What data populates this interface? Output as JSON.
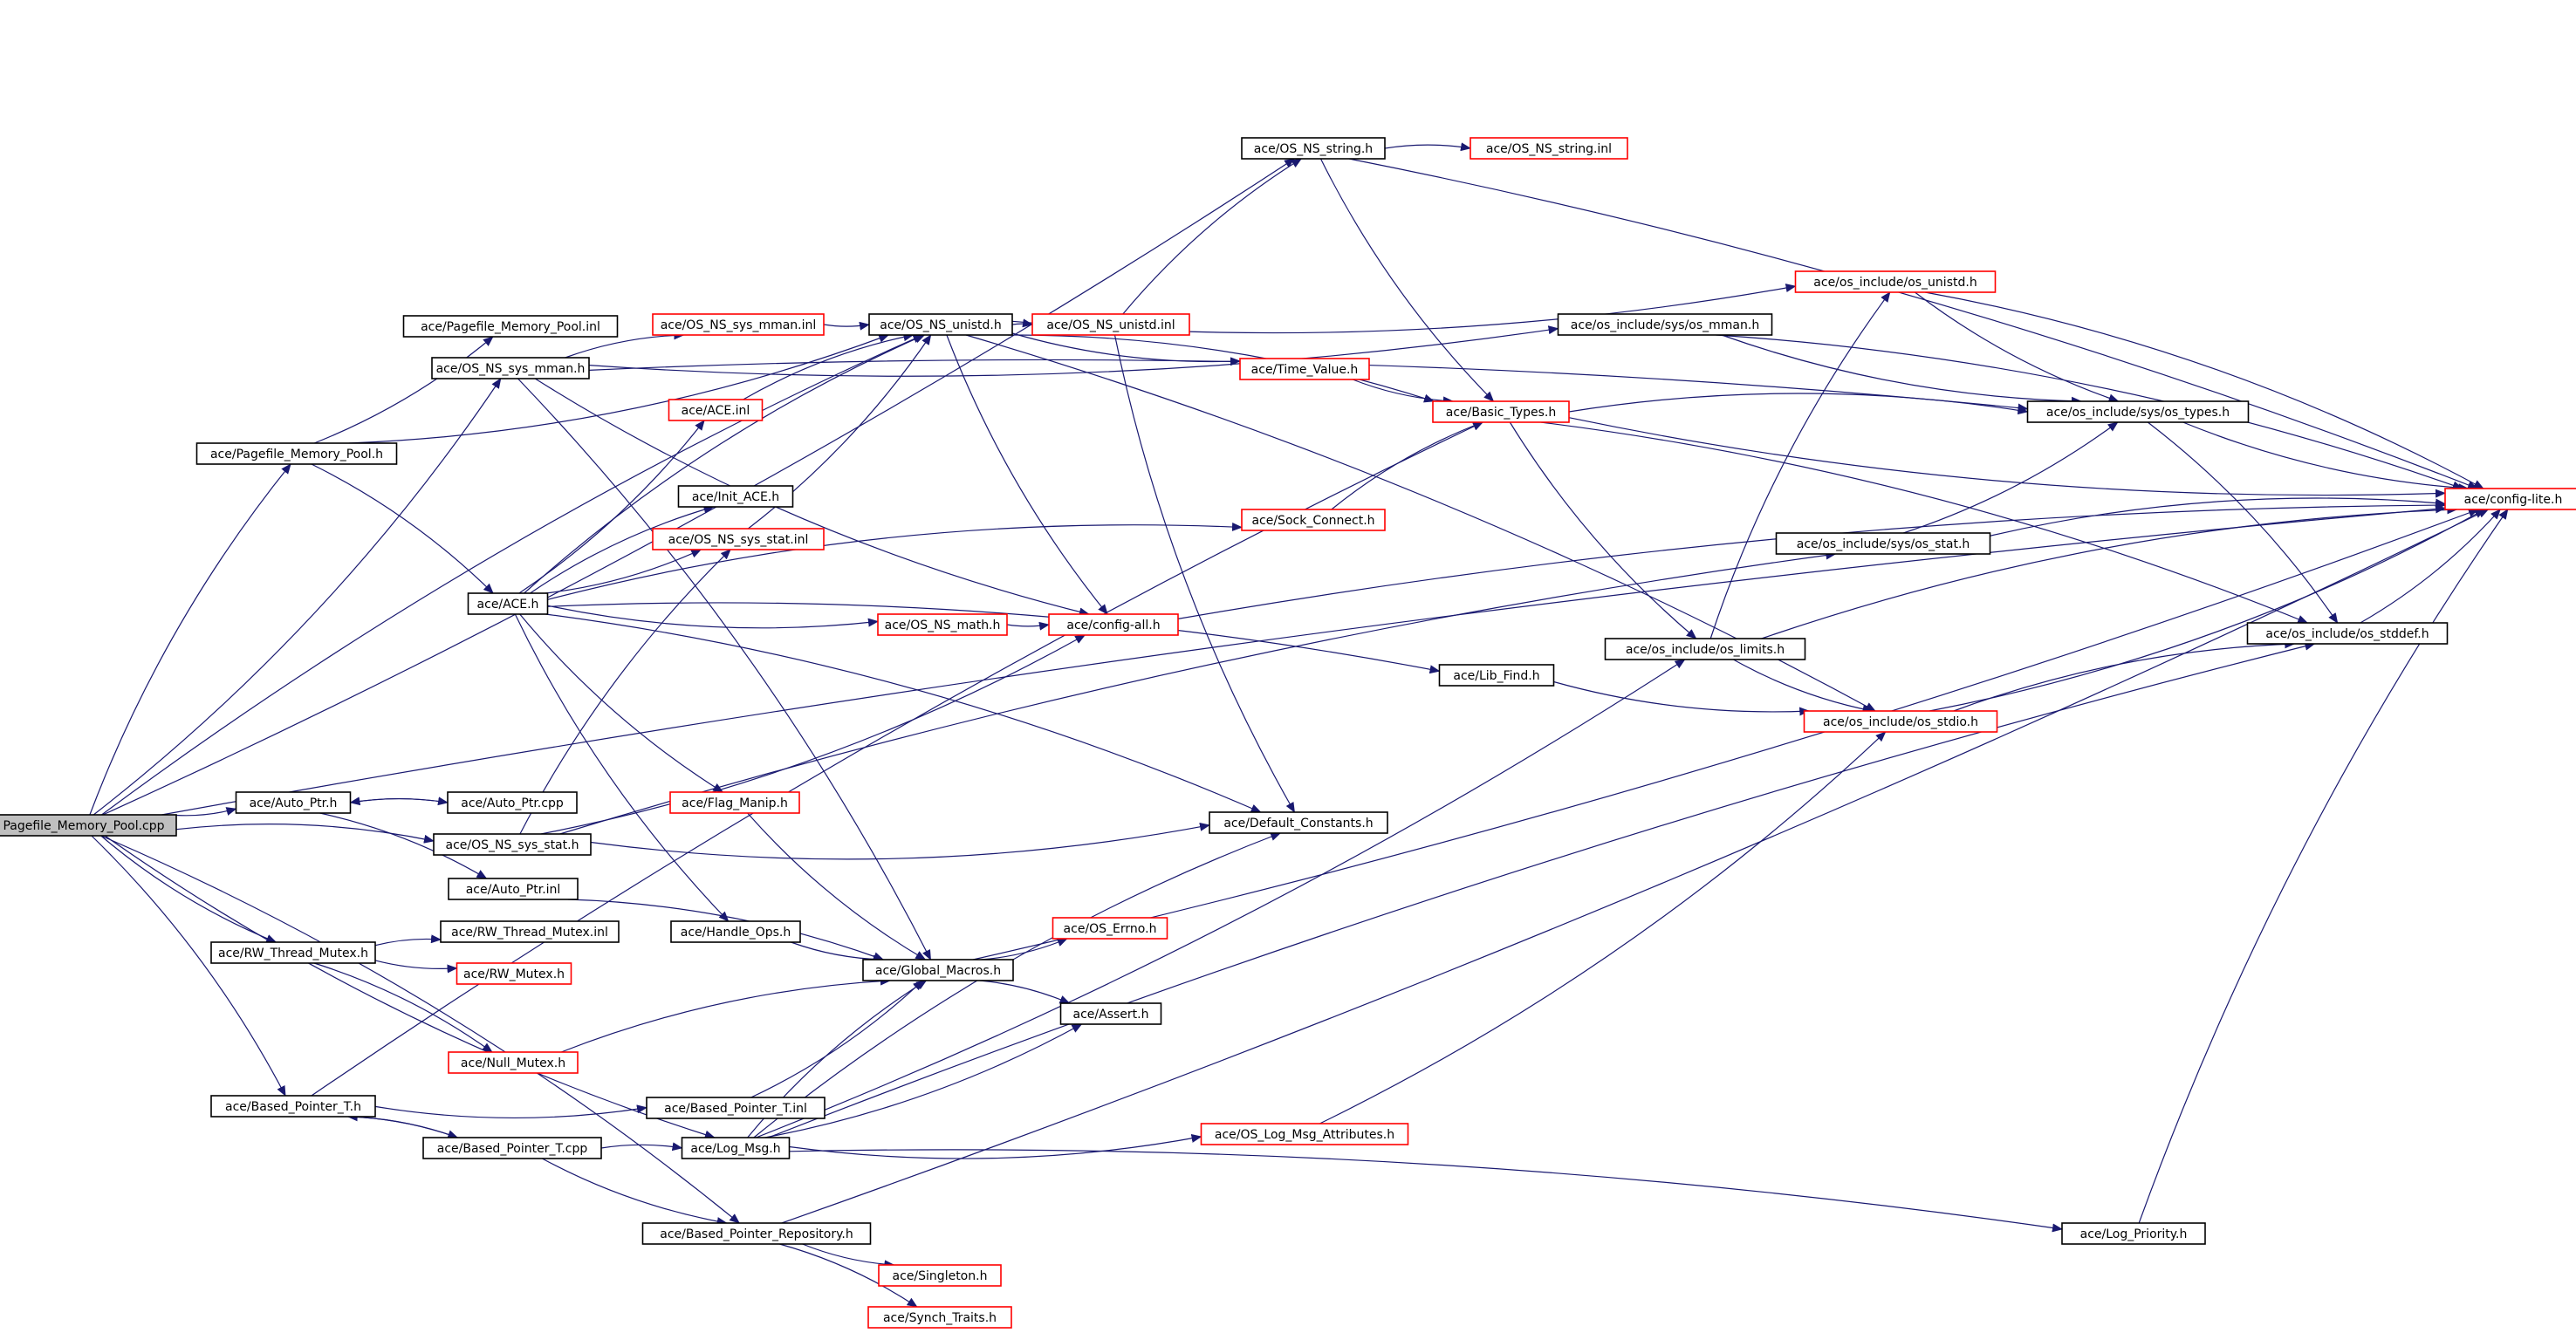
{
  "colors": {
    "edge": "#191970",
    "node_border_found": "#000000",
    "node_border_missing": "#ff0000",
    "root_fill": "#bfbfbf",
    "background": "#ffffff"
  },
  "graph": {
    "nodes": [
      {
        "id": "root",
        "label": "Pagefile_Memory_Pool.cpp",
        "style": "root"
      },
      {
        "id": "pmp_h",
        "label": "ace/Pagefile_Memory_Pool.h",
        "style": "black"
      },
      {
        "id": "pmp_inl",
        "label": "ace/Pagefile_Memory_Pool.inl",
        "style": "black"
      },
      {
        "id": "sys_mman_h",
        "label": "ace/OS_NS_sys_mman.h",
        "style": "black"
      },
      {
        "id": "sys_mman_inl",
        "label": "ace/OS_NS_sys_mman.inl",
        "style": "red"
      },
      {
        "id": "unistd_h",
        "label": "ace/OS_NS_unistd.h",
        "style": "black"
      },
      {
        "id": "unistd_inl",
        "label": "ace/OS_NS_unistd.inl",
        "style": "red"
      },
      {
        "id": "string_h",
        "label": "ace/OS_NS_string.h",
        "style": "black"
      },
      {
        "id": "string_inl",
        "label": "ace/OS_NS_string.inl",
        "style": "red"
      },
      {
        "id": "os_unistd",
        "label": "ace/os_include/os_unistd.h",
        "style": "red"
      },
      {
        "id": "sys_os_mman",
        "label": "ace/os_include/sys/os_mman.h",
        "style": "black"
      },
      {
        "id": "time_value",
        "label": "ace/Time_Value.h",
        "style": "red"
      },
      {
        "id": "basic_types",
        "label": "ace/Basic_Types.h",
        "style": "red"
      },
      {
        "id": "sys_types",
        "label": "ace/os_include/sys/os_types.h",
        "style": "black"
      },
      {
        "id": "config_lite",
        "label": "ace/config-lite.h",
        "style": "red"
      },
      {
        "id": "ace_inl",
        "label": "ace/ACE.inl",
        "style": "red"
      },
      {
        "id": "init_ace",
        "label": "ace/Init_ACE.h",
        "style": "black"
      },
      {
        "id": "sys_stat_inl",
        "label": "ace/OS_NS_sys_stat.inl",
        "style": "red"
      },
      {
        "id": "sock_connect",
        "label": "ace/Sock_Connect.h",
        "style": "red"
      },
      {
        "id": "ace_h",
        "label": "ace/ACE.h",
        "style": "black"
      },
      {
        "id": "math_h",
        "label": "ace/OS_NS_math.h",
        "style": "red"
      },
      {
        "id": "config_all",
        "label": "ace/config-all.h",
        "style": "red"
      },
      {
        "id": "sys_os_stat",
        "label": "ace/os_include/sys/os_stat.h",
        "style": "black"
      },
      {
        "id": "os_stddef",
        "label": "ace/os_include/os_stddef.h",
        "style": "black"
      },
      {
        "id": "os_limits",
        "label": "ace/os_include/os_limits.h",
        "style": "black"
      },
      {
        "id": "lib_find",
        "label": "ace/Lib_Find.h",
        "style": "black"
      },
      {
        "id": "os_stdio",
        "label": "ace/os_include/os_stdio.h",
        "style": "red"
      },
      {
        "id": "auto_ptr_h",
        "label": "ace/Auto_Ptr.h",
        "style": "black"
      },
      {
        "id": "auto_ptr_cpp",
        "label": "ace/Auto_Ptr.cpp",
        "style": "black"
      },
      {
        "id": "flag_manip",
        "label": "ace/Flag_Manip.h",
        "style": "red"
      },
      {
        "id": "sys_stat_h",
        "label": "ace/OS_NS_sys_stat.h",
        "style": "black"
      },
      {
        "id": "default_const",
        "label": "ace/Default_Constants.h",
        "style": "black"
      },
      {
        "id": "auto_ptr_inl",
        "label": "ace/Auto_Ptr.inl",
        "style": "black"
      },
      {
        "id": "handle_ops",
        "label": "ace/Handle_Ops.h",
        "style": "black"
      },
      {
        "id": "os_errno",
        "label": "ace/OS_Errno.h",
        "style": "red"
      },
      {
        "id": "rw_mutex_h",
        "label": "ace/RW_Thread_Mutex.h",
        "style": "black"
      },
      {
        "id": "rw_mutex_inl",
        "label": "ace/RW_Thread_Mutex.inl",
        "style": "black"
      },
      {
        "id": "global_macros",
        "label": "ace/Global_Macros.h",
        "style": "black"
      },
      {
        "id": "rw_mutex_red",
        "label": "ace/RW_Mutex.h",
        "style": "red"
      },
      {
        "id": "assert_h",
        "label": "ace/Assert.h",
        "style": "black"
      },
      {
        "id": "null_mutex",
        "label": "ace/Null_Mutex.h",
        "style": "red"
      },
      {
        "id": "bp_h",
        "label": "ace/Based_Pointer_T.h",
        "style": "black"
      },
      {
        "id": "bp_inl",
        "label": "ace/Based_Pointer_T.inl",
        "style": "black"
      },
      {
        "id": "log_attrs",
        "label": "ace/OS_Log_Msg_Attributes.h",
        "style": "red"
      },
      {
        "id": "bp_cpp",
        "label": "ace/Based_Pointer_T.cpp",
        "style": "black"
      },
      {
        "id": "log_msg",
        "label": "ace/Log_Msg.h",
        "style": "black"
      },
      {
        "id": "bp_repo",
        "label": "ace/Based_Pointer_Repository.h",
        "style": "black"
      },
      {
        "id": "log_priority",
        "label": "ace/Log_Priority.h",
        "style": "black"
      },
      {
        "id": "singleton",
        "label": "ace/Singleton.h",
        "style": "red"
      },
      {
        "id": "synch_traits",
        "label": "ace/Synch_Traits.h",
        "style": "red"
      }
    ],
    "edges": [
      [
        "root",
        "pmp_h"
      ],
      [
        "root",
        "sys_mman_h"
      ],
      [
        "root",
        "unistd_h"
      ],
      [
        "root",
        "string_h"
      ],
      [
        "root",
        "config_lite"
      ],
      [
        "root",
        "auto_ptr_h"
      ],
      [
        "root",
        "sys_stat_h"
      ],
      [
        "root",
        "rw_mutex_h"
      ],
      [
        "root",
        "bp_h"
      ],
      [
        "root",
        "log_msg"
      ],
      [
        "root",
        "bp_repo"
      ],
      [
        "pmp_h",
        "pmp_inl"
      ],
      [
        "pmp_h",
        "ace_h"
      ],
      [
        "pmp_h",
        "unistd_h"
      ],
      [
        "sys_mman_h",
        "sys_mman_inl"
      ],
      [
        "sys_mman_h",
        "sys_os_mman"
      ],
      [
        "sys_mman_h",
        "global_macros"
      ],
      [
        "sys_mman_h",
        "config_all"
      ],
      [
        "sys_mman_h",
        "sys_types"
      ],
      [
        "sys_mman_inl",
        "unistd_h"
      ],
      [
        "unistd_h",
        "unistd_inl"
      ],
      [
        "unistd_h",
        "time_value"
      ],
      [
        "unistd_h",
        "basic_types"
      ],
      [
        "unistd_h",
        "config_all"
      ],
      [
        "unistd_h",
        "os_stdio"
      ],
      [
        "unistd_h",
        "os_unistd"
      ],
      [
        "unistd_inl",
        "string_h"
      ],
      [
        "unistd_inl",
        "default_const"
      ],
      [
        "string_h",
        "string_inl"
      ],
      [
        "string_h",
        "basic_types"
      ],
      [
        "string_h",
        "config_lite"
      ],
      [
        "os_unistd",
        "sys_types"
      ],
      [
        "os_unistd",
        "config_lite"
      ],
      [
        "sys_os_mman",
        "sys_types"
      ],
      [
        "sys_os_mman",
        "config_lite"
      ],
      [
        "time_value",
        "basic_types"
      ],
      [
        "basic_types",
        "sys_types"
      ],
      [
        "basic_types",
        "os_limits"
      ],
      [
        "basic_types",
        "os_stddef"
      ],
      [
        "basic_types",
        "config_lite"
      ],
      [
        "sys_types",
        "os_stddef"
      ],
      [
        "sys_types",
        "config_lite"
      ],
      [
        "ace_inl",
        "unistd_h"
      ],
      [
        "sys_stat_inl",
        "unistd_h"
      ],
      [
        "sock_connect",
        "basic_types"
      ],
      [
        "ace_h",
        "ace_inl"
      ],
      [
        "ace_h",
        "init_ace"
      ],
      [
        "ace_h",
        "sys_stat_inl"
      ],
      [
        "ace_h",
        "sock_connect"
      ],
      [
        "ace_h",
        "math_h"
      ],
      [
        "ace_h",
        "lib_find"
      ],
      [
        "ace_h",
        "flag_manip"
      ],
      [
        "ace_h",
        "default_const"
      ],
      [
        "ace_h",
        "handle_ops"
      ],
      [
        "ace_h",
        "unistd_h"
      ],
      [
        "math_h",
        "config_all"
      ],
      [
        "config_all",
        "config_lite"
      ],
      [
        "sys_os_stat",
        "sys_types"
      ],
      [
        "sys_os_stat",
        "config_lite"
      ],
      [
        "os_stddef",
        "config_lite"
      ],
      [
        "os_limits",
        "os_unistd"
      ],
      [
        "os_limits",
        "os_stdio"
      ],
      [
        "os_limits",
        "config_lite"
      ],
      [
        "lib_find",
        "os_stdio"
      ],
      [
        "os_stdio",
        "os_stddef"
      ],
      [
        "os_stdio",
        "config_lite"
      ],
      [
        "auto_ptr_h",
        "auto_ptr_cpp"
      ],
      [
        "auto_ptr_cpp",
        "auto_ptr_h"
      ],
      [
        "auto_ptr_h",
        "auto_ptr_inl"
      ],
      [
        "flag_manip",
        "global_macros"
      ],
      [
        "sys_stat_h",
        "sys_stat_inl"
      ],
      [
        "sys_stat_h",
        "default_const"
      ],
      [
        "sys_stat_h",
        "sys_os_stat"
      ],
      [
        "sys_stat_h",
        "config_all"
      ],
      [
        "auto_ptr_inl",
        "global_macros"
      ],
      [
        "handle_ops",
        "global_macros"
      ],
      [
        "rw_mutex_h",
        "rw_mutex_inl"
      ],
      [
        "rw_mutex_h",
        "rw_mutex_red"
      ],
      [
        "rw_mutex_h",
        "null_mutex"
      ],
      [
        "global_macros",
        "os_errno"
      ],
      [
        "global_macros",
        "assert_h"
      ],
      [
        "global_macros",
        "config_lite"
      ],
      [
        "null_mutex",
        "global_macros"
      ],
      [
        "bp_h",
        "bp_inl"
      ],
      [
        "bp_h",
        "bp_cpp"
      ],
      [
        "bp_cpp",
        "bp_h"
      ],
      [
        "bp_h",
        "basic_types"
      ],
      [
        "bp_inl",
        "global_macros"
      ],
      [
        "bp_cpp",
        "log_msg"
      ],
      [
        "bp_cpp",
        "bp_repo"
      ],
      [
        "log_msg",
        "global_macros"
      ],
      [
        "log_msg",
        "assert_h"
      ],
      [
        "log_msg",
        "default_const"
      ],
      [
        "log_msg",
        "log_attrs"
      ],
      [
        "log_msg",
        "log_priority"
      ],
      [
        "log_msg",
        "os_limits"
      ],
      [
        "log_msg",
        "os_stddef"
      ],
      [
        "log_attrs",
        "os_stdio"
      ],
      [
        "log_priority",
        "config_lite"
      ],
      [
        "bp_repo",
        "singleton"
      ],
      [
        "bp_repo",
        "synch_traits"
      ],
      [
        "bp_repo",
        "config_lite"
      ]
    ]
  }
}
